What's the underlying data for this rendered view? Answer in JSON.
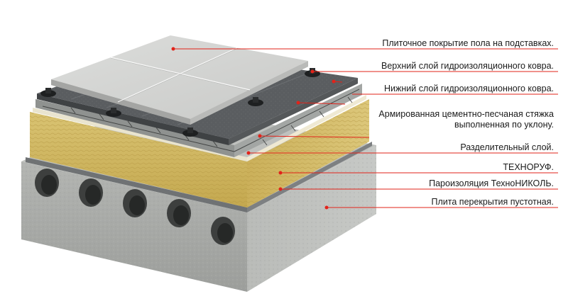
{
  "labels": [
    {
      "id": "tiles",
      "text": "Плиточное покрытие пола на подставках."
    },
    {
      "id": "upper_membrane",
      "text": "Верхний слой гидроизоляционного ковра."
    },
    {
      "id": "lower_membrane",
      "text": "Нижний слой гидроизоляционного ковра."
    },
    {
      "id": "screed",
      "line1": "Армированная цементно-песчаная стяжка",
      "line2": "выполненная по уклону."
    },
    {
      "id": "separator",
      "text": "Разделительный слой."
    },
    {
      "id": "insulation",
      "text": "ТЕХНОРУФ."
    },
    {
      "id": "vapor_barrier",
      "text": "Пароизоляция ТехноНИКОЛЬ."
    },
    {
      "id": "slab",
      "text": "Плита перекрытия пустотная."
    }
  ],
  "colors": {
    "leader_line": "#e2231a",
    "marker": "#e2231a",
    "slab": "#a9aca9",
    "insulation": "#d8c06a",
    "membrane": "#4c4f52",
    "tile": "#d5d6d4"
  }
}
